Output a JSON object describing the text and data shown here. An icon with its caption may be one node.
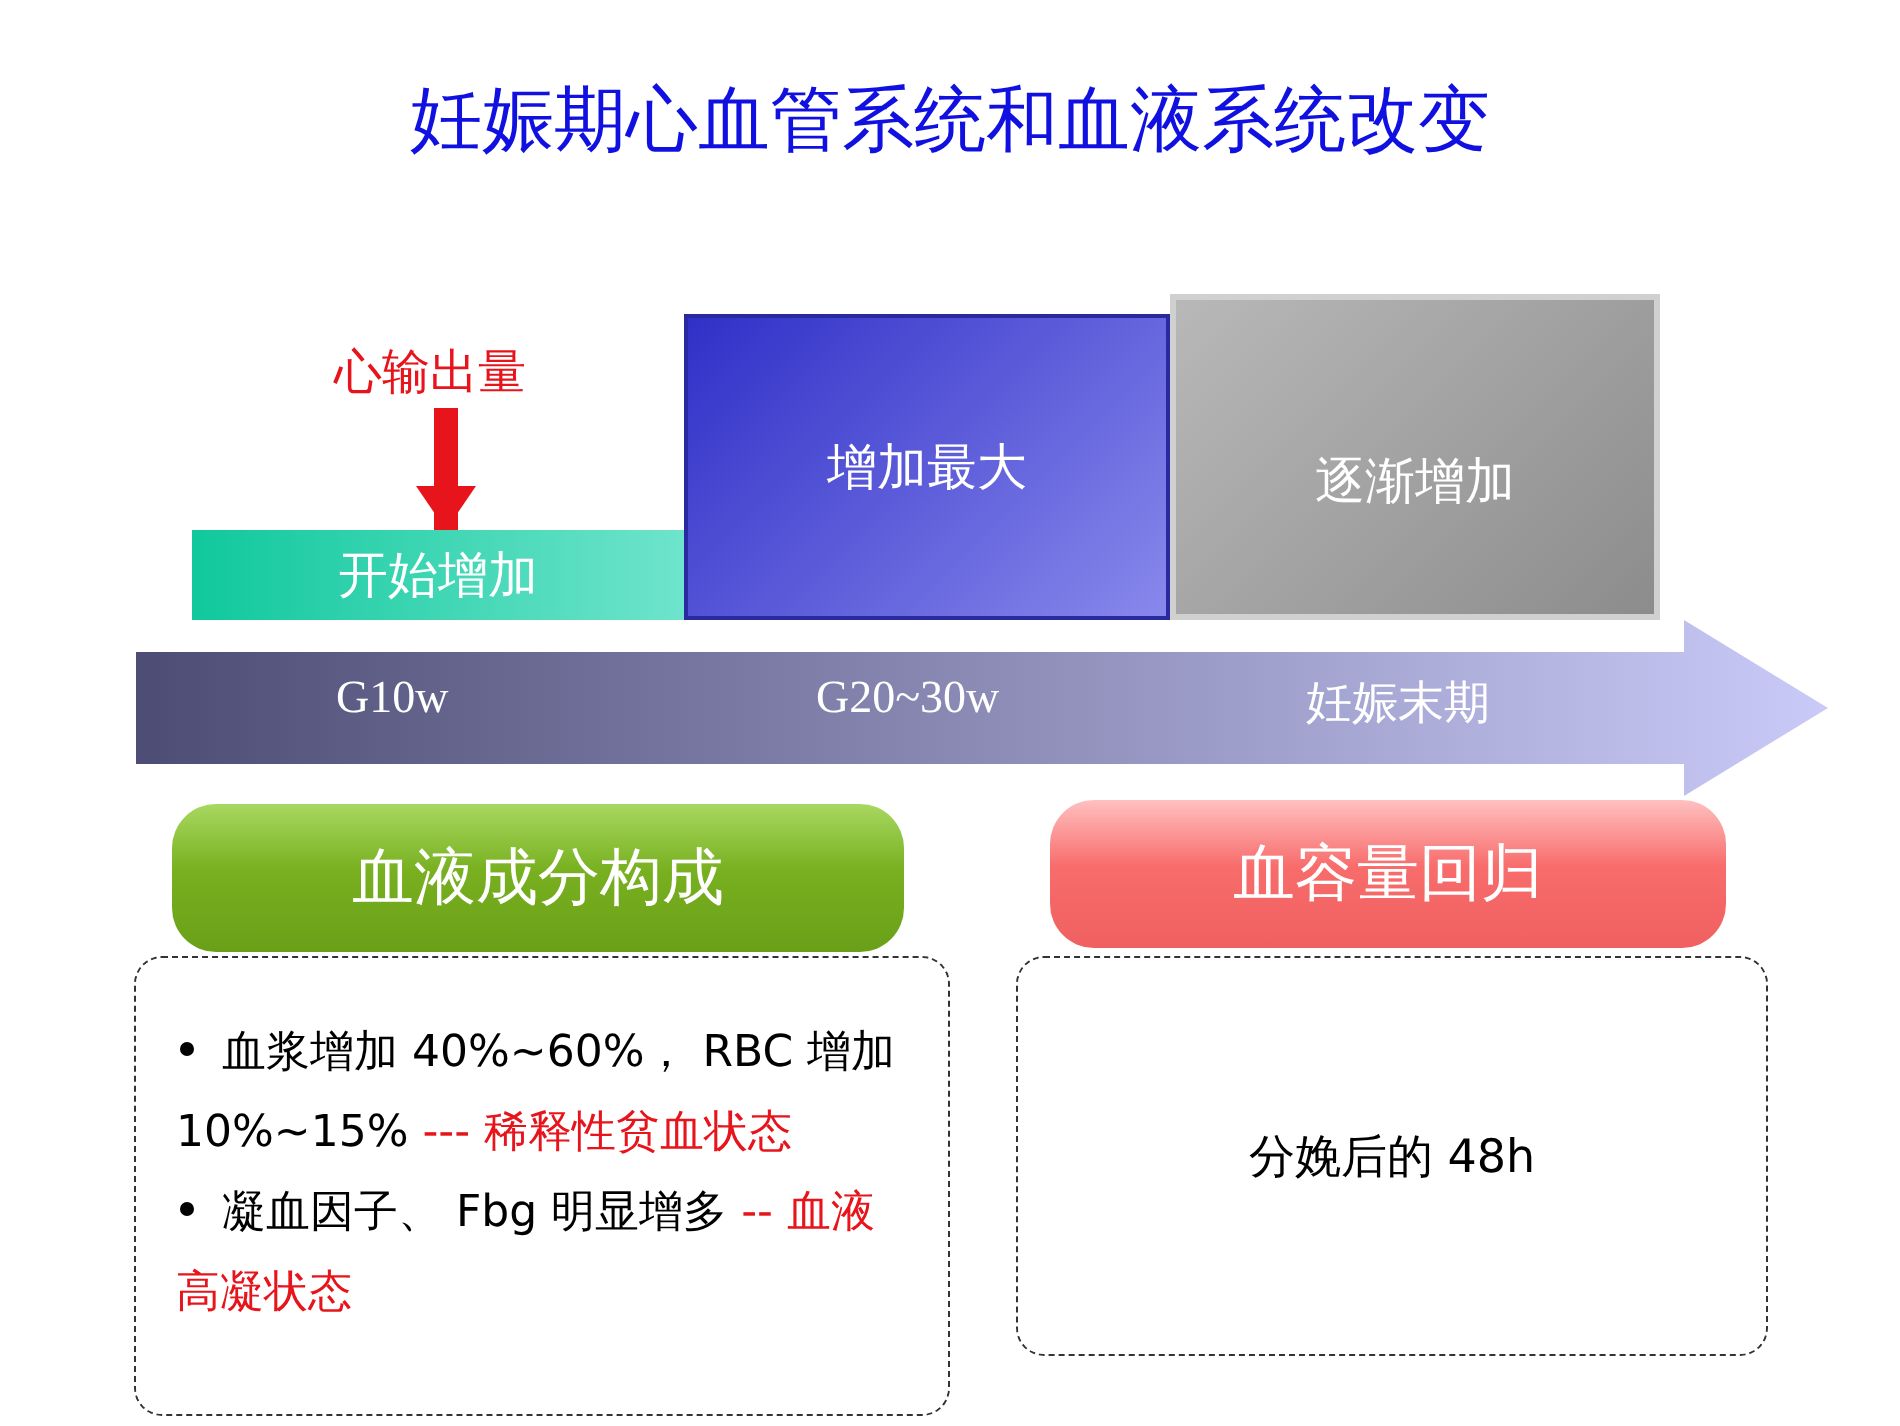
{
  "diagram": {
    "title": "妊娠期心血管系统和血液系统改变",
    "nodes": [
      {
        "text": [
          "心输出量"
        ]
      },
      {
        "text": [
          "开始增加"
        ]
      },
      {
        "text": [
          "增加最大"
        ]
      },
      {
        "text": [
          "逐渐增加"
        ]
      },
      {
        "text": [
          "G10w",
          "G20~30w",
          "妊娠末期"
        ]
      },
      {
        "text": [
          "血液成分构成"
        ]
      },
      {
        "text": [
          "血浆增加 40%~60%， RBC 增加 10%~15%",
          "--- 稀释性贫血状态",
          "凝血因子、 Fbg 明显增多",
          "-- 血液高凝状态"
        ]
      },
      {
        "text": [
          "血容量回归"
        ]
      },
      {
        "text": [
          "分娩后的 48h"
        ]
      }
    ],
    "edges": [
      {
        "from": 0,
        "to": 1,
        "arrow": "to",
        "color": "#e8141c"
      }
    ]
  }
}
